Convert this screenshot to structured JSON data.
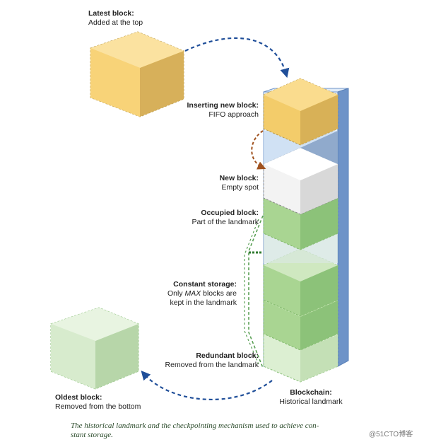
{
  "labels": {
    "latest": {
      "title": "Latest block:",
      "desc": "Added at the top"
    },
    "inserting": {
      "title": "Inserting new block:",
      "desc": "FIFO approach"
    },
    "new_block": {
      "title": "New block:",
      "desc": "Empty spot"
    },
    "occupied": {
      "title": "Occupied block:",
      "desc": "Part of the landmark"
    },
    "constant": {
      "title": "Constant storage:",
      "desc_pre": "Only ",
      "desc_em": "MAX",
      "desc_post": " blocks are",
      "desc2": "kept in the landmark"
    },
    "redundant": {
      "title": "Redundant block:",
      "desc": "Removed from the landmark"
    },
    "oldest": {
      "title": "Oldest block:",
      "desc": "Removed from the bottom"
    },
    "blockchain": {
      "title": "Blockchain:",
      "desc": "Historical landmark"
    }
  },
  "caption": "The historical landmark and the checkpointing mechanism used to achieve constant storage.",
  "caption_line1": "The historical landmark and the checkpointing mechanism used to achieve con-",
  "caption_line2": "stant storage.",
  "watermark": "@51CTO博客",
  "colors": {
    "yellow": "#f5cf6e",
    "white_block": "#f4f4f4",
    "green": "#a8d48e",
    "light_green": "#d9ecd0",
    "column_blue": "#c9dcf2",
    "column_side": "#6e93c8",
    "arrow_blue": "#1f4e99",
    "arrow_brown": "#a0521f",
    "dash_green": "#3a8a3a"
  }
}
